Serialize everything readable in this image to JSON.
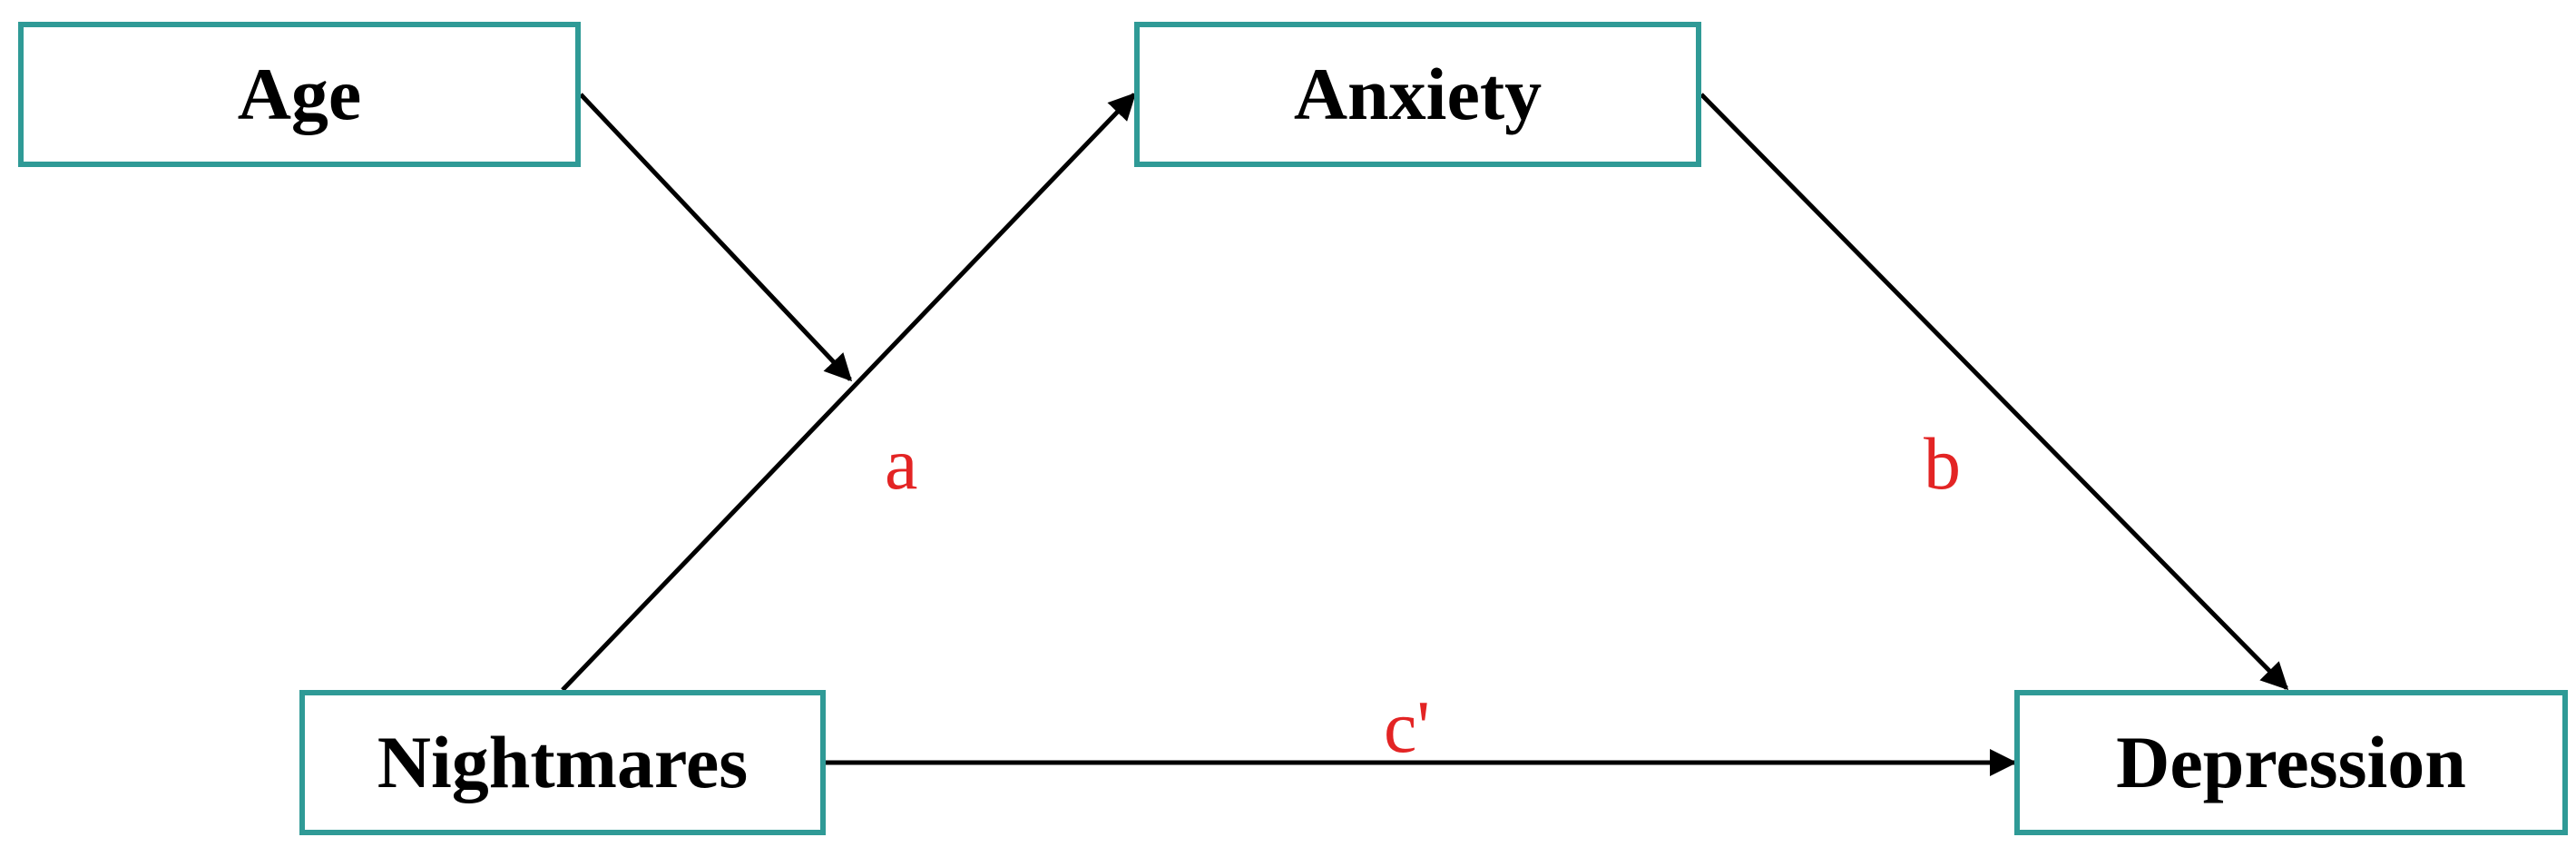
{
  "diagram": {
    "nodes": {
      "age": {
        "label": "Age"
      },
      "anxiety": {
        "label": "Anxiety"
      },
      "nightmares": {
        "label": "Nightmares"
      },
      "depression": {
        "label": "Depression"
      }
    },
    "paths": {
      "a": {
        "label": "a"
      },
      "b": {
        "label": "b"
      },
      "c_prime": {
        "label": "c'"
      }
    },
    "edges": [
      {
        "from": "nightmares",
        "to": "anxiety",
        "path": "a"
      },
      {
        "from": "anxiety",
        "to": "depression",
        "path": "b"
      },
      {
        "from": "nightmares",
        "to": "depression",
        "path": "c_prime"
      },
      {
        "from": "age",
        "to": "path a",
        "type": "moderation"
      }
    ],
    "colors": {
      "box_border": "#2f9a96",
      "box_text": "#000000",
      "path_label": "#e32424",
      "arrow": "#000000"
    }
  }
}
